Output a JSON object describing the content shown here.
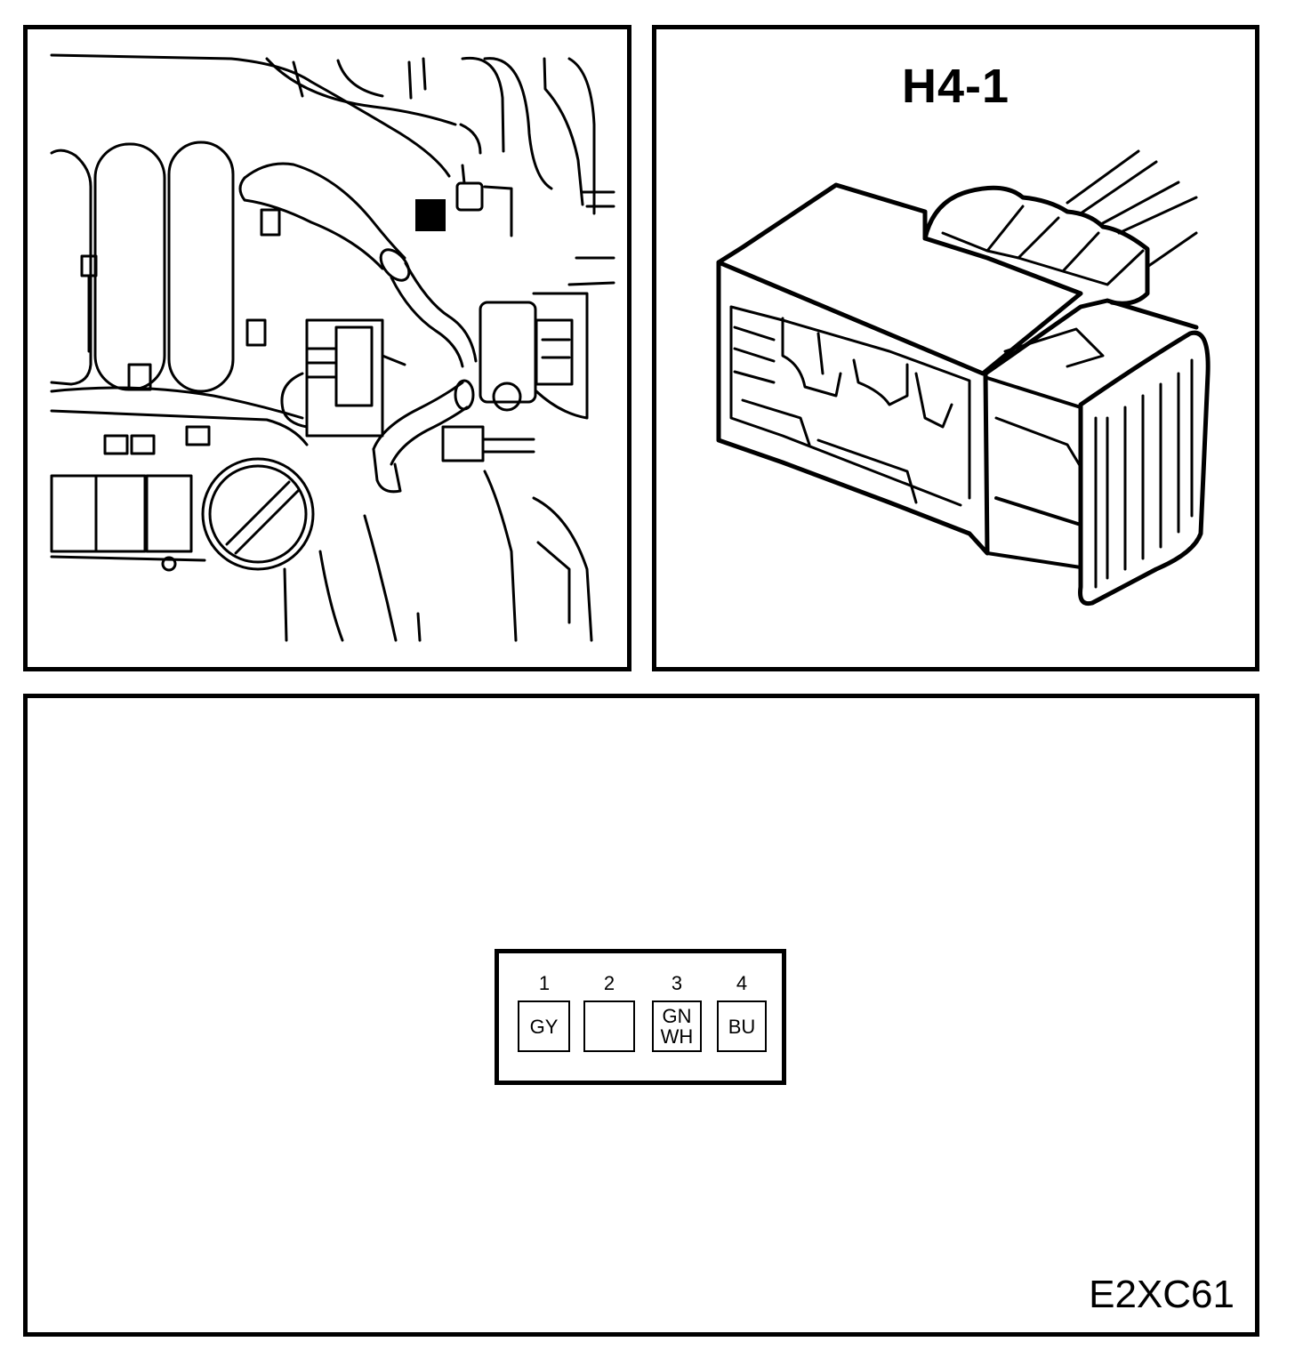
{
  "location_view": {
    "marker_color": "#000000"
  },
  "connector_view": {
    "title": "H4-1"
  },
  "pinout": {
    "pins": [
      {
        "number": "1",
        "lines": [
          "GY"
        ]
      },
      {
        "number": "2",
        "lines": []
      },
      {
        "number": "3",
        "lines": [
          "GN",
          "WH"
        ]
      },
      {
        "number": "4",
        "lines": [
          "BU"
        ]
      }
    ]
  },
  "figure_id": "E2XC61",
  "colors": {
    "ink": "#000000",
    "background": "#ffffff"
  }
}
